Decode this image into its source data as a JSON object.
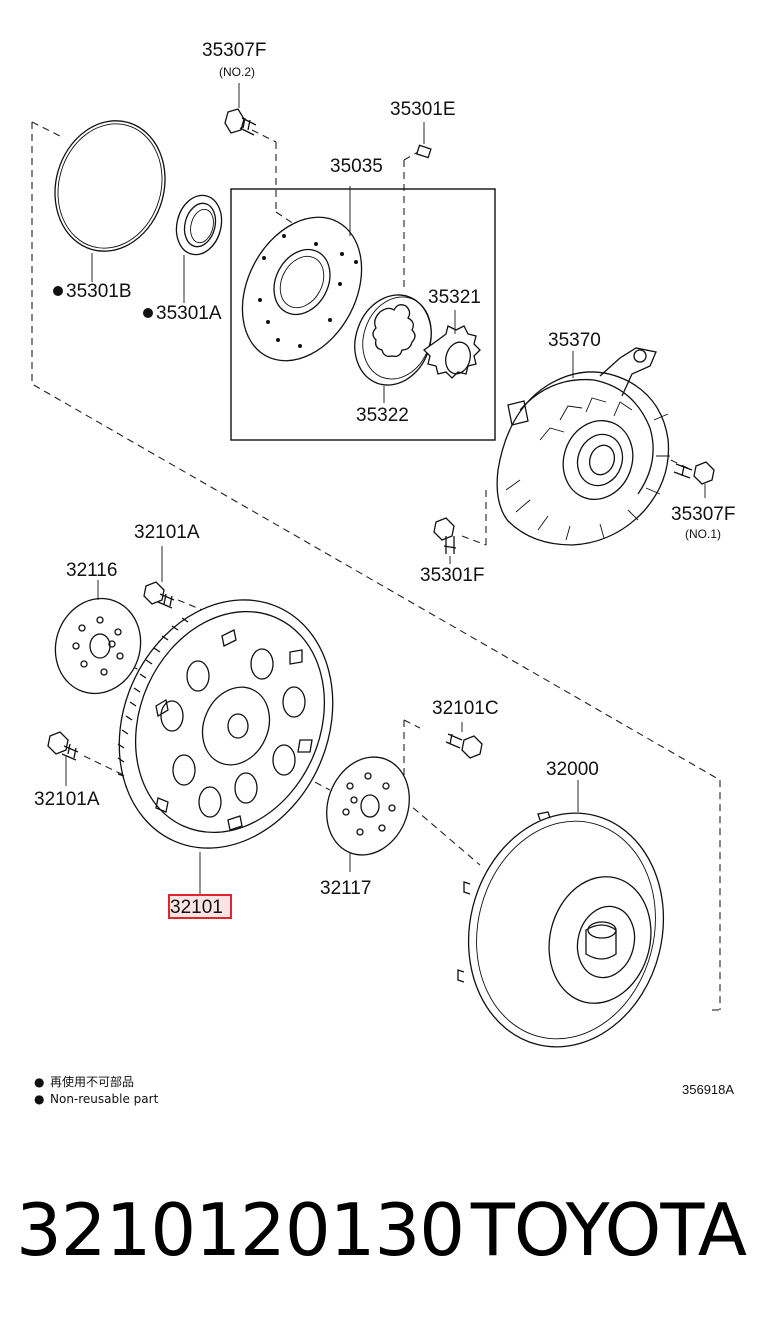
{
  "parts": {
    "p35307F_no2": {
      "number": "35307F",
      "sub": "(NO.2)"
    },
    "p35301E": {
      "number": "35301E"
    },
    "p35035": {
      "number": "35035"
    },
    "p35301B": {
      "number": "35301B",
      "nonreusable": true
    },
    "p35301A": {
      "number": "35301A",
      "nonreusable": true
    },
    "p35321": {
      "number": "35321"
    },
    "p35322": {
      "number": "35322"
    },
    "p35370": {
      "number": "35370"
    },
    "p35307F_no1": {
      "number": "35307F",
      "sub": "(NO.1)"
    },
    "p35301F": {
      "number": "35301F"
    },
    "p32101A_top": {
      "number": "32101A"
    },
    "p32116": {
      "number": "32116"
    },
    "p32101A_left": {
      "number": "32101A"
    },
    "p32101C": {
      "number": "32101C"
    },
    "p32000": {
      "number": "32000"
    },
    "p32117": {
      "number": "32117"
    },
    "p32101": {
      "number": "32101",
      "highlighted": true
    }
  },
  "legend": {
    "bullet": "●",
    "line_ja": "再使用不可部品",
    "line_en": "Non-reusable part"
  },
  "diagram_ref": "356918A",
  "footer": {
    "part_number": "3210120130",
    "brand": "TOYOTA"
  },
  "colors": {
    "highlight_border": "#e0262b",
    "highlight_fill": "#fde4e4",
    "line": "#111111"
  }
}
